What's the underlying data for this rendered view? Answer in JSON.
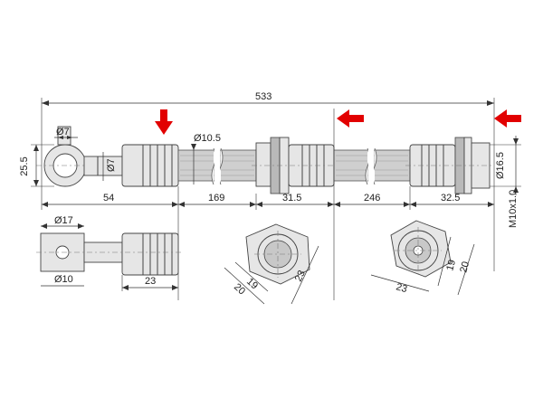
{
  "accent_color": "#e20000",
  "dimensions": {
    "overall_length": "533",
    "eye_height": "25.5",
    "eye_bore": "Ø7",
    "eye_bore_inner": "Ø7",
    "hose_dia": "Ø10.5",
    "fitting_left_len": "54",
    "hose_seg1": "169",
    "mid_fitting_len": "31.5",
    "hose_seg2": "246",
    "end_fitting_len": "32.5",
    "end_dia": "Ø16.5",
    "thread": "M10x1.0",
    "top_view_dia": "Ø17",
    "top_view_bore": "Ø10",
    "top_view_len": "23",
    "mid_hex_a": "19",
    "mid_hex_b": "20",
    "mid_hex_c": "23",
    "end_hex_a": "23",
    "end_hex_b": "19",
    "end_hex_c": "20"
  },
  "markers": [
    "arrow-down-icon",
    "arrow-left-icon",
    "arrow-left-icon"
  ]
}
